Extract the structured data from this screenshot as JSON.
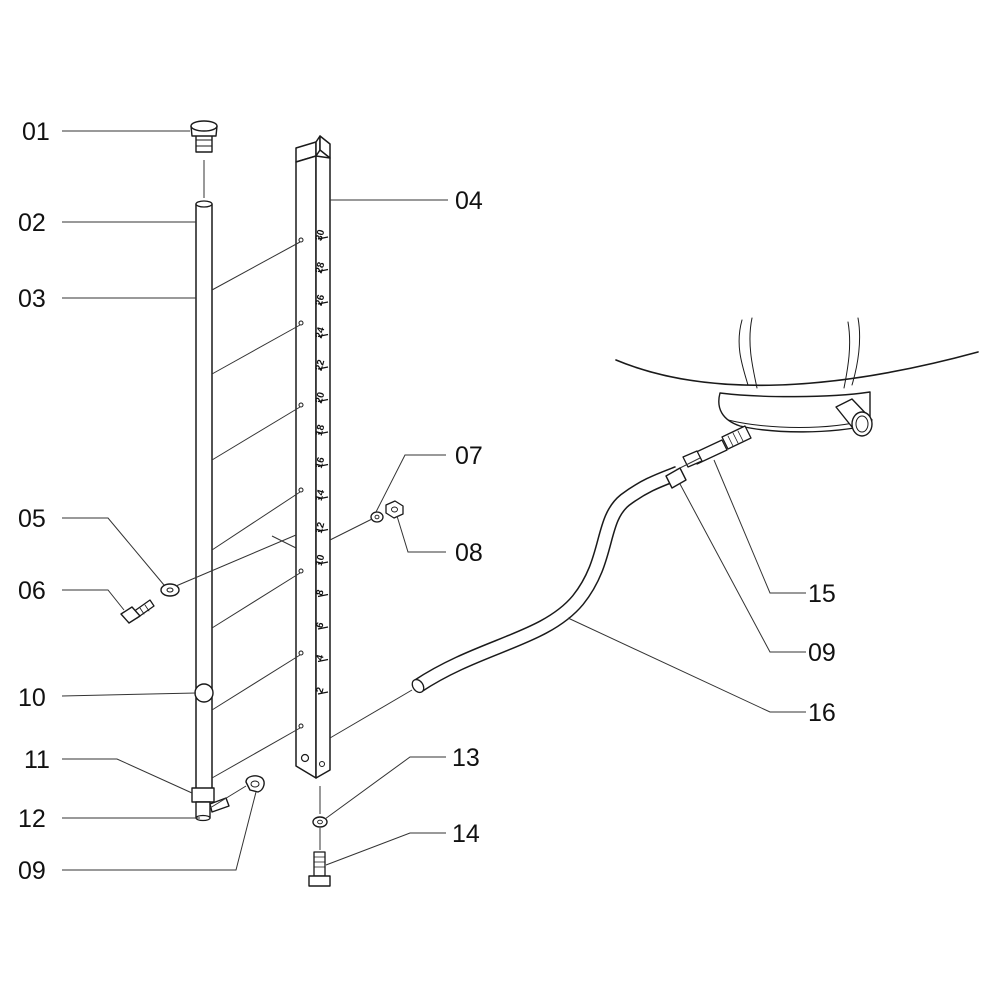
{
  "labels": {
    "p01": "01",
    "p02": "02",
    "p03": "03",
    "p04": "04",
    "p05": "05",
    "p06": "06",
    "p07": "07",
    "p08": "08",
    "p09a": "09",
    "p09b": "09",
    "p10": "10",
    "p11": "11",
    "p12": "12",
    "p13": "13",
    "p14": "14",
    "p15": "15",
    "p16": "16"
  },
  "scale_marks": [
    "30",
    "28",
    "26",
    "24",
    "22",
    "20",
    "18",
    "16",
    "14",
    "12",
    "10",
    "8",
    "6",
    "4",
    "2"
  ]
}
